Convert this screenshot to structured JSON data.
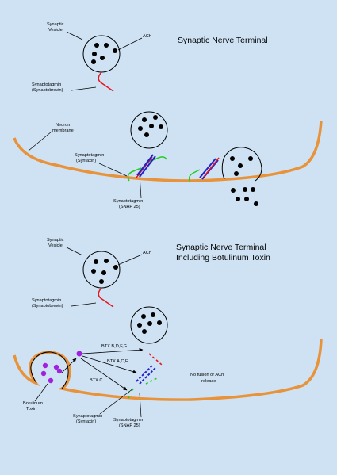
{
  "top": {
    "title": "Synaptic Nerve Terminal",
    "labels": {
      "vesicle": [
        "Synaptic",
        "Vesicle"
      ],
      "ach": "ACh",
      "synaptobrevin": [
        "Synaptotagmin",
        "(Synaptobrevin)"
      ],
      "membrane": [
        "Neuron",
        "membrane"
      ],
      "syntaxin": [
        "Synaptotagmin",
        "(Syntaxin)"
      ],
      "snap25": [
        "Synaptotagmin",
        "(SNAP 25)"
      ]
    }
  },
  "bottom": {
    "title": [
      "Synaptic Nerve Terminal",
      "Including Botulinum Toxin"
    ],
    "labels": {
      "vesicle": [
        "Synaptic",
        "Vesicle"
      ],
      "ach": "ACh",
      "synaptobrevin": [
        "Synaptotagmin",
        "(Synaptobrevin)"
      ],
      "btx_bdfg": "BTX B,D,F,G",
      "btx_ace": "BTX A,C,E",
      "btx_c": "BTX C",
      "toxin": [
        "Botulinum",
        "Toxin"
      ],
      "no_fusion": [
        "No fusion or ACh",
        "release"
      ],
      "syntaxin": [
        "Synaptotagmin",
        "(Syntaxin)"
      ],
      "snap25": [
        "Synaptotagmin",
        "(SNAP 25)"
      ]
    }
  },
  "colors": {
    "background": "#cfe2f3",
    "membrane": "#e8923a",
    "synaptobrevin": "#e8141e",
    "syntaxin": "#2222cc",
    "snap25": "#22cc22",
    "toxin": "#a020e0",
    "ach": "#000000"
  }
}
